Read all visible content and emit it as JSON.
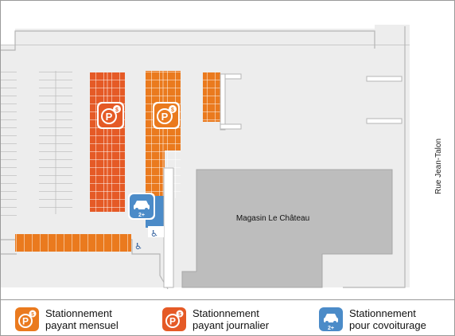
{
  "map": {
    "store_name": "Magasin Le Château",
    "street_name": "Rue Jean-Talon"
  },
  "legend": [
    {
      "icon": "parking-monthly-icon",
      "line1": "Stationnement",
      "line2": "payant mensuel",
      "color": "#ea7a1e"
    },
    {
      "icon": "parking-daily-icon",
      "line1": "Stationnement",
      "line2": "payant journalier",
      "color": "#e55a26"
    },
    {
      "icon": "carpool-icon",
      "line1": "Stationnement",
      "line2": "pour covoiturage",
      "color": "#4b8bc8"
    }
  ],
  "colors": {
    "monthly": "#ea7a1e",
    "daily": "#e55a26",
    "carpool": "#4b8bc8",
    "lot": "#ededed",
    "building": "#bdbdbd"
  }
}
